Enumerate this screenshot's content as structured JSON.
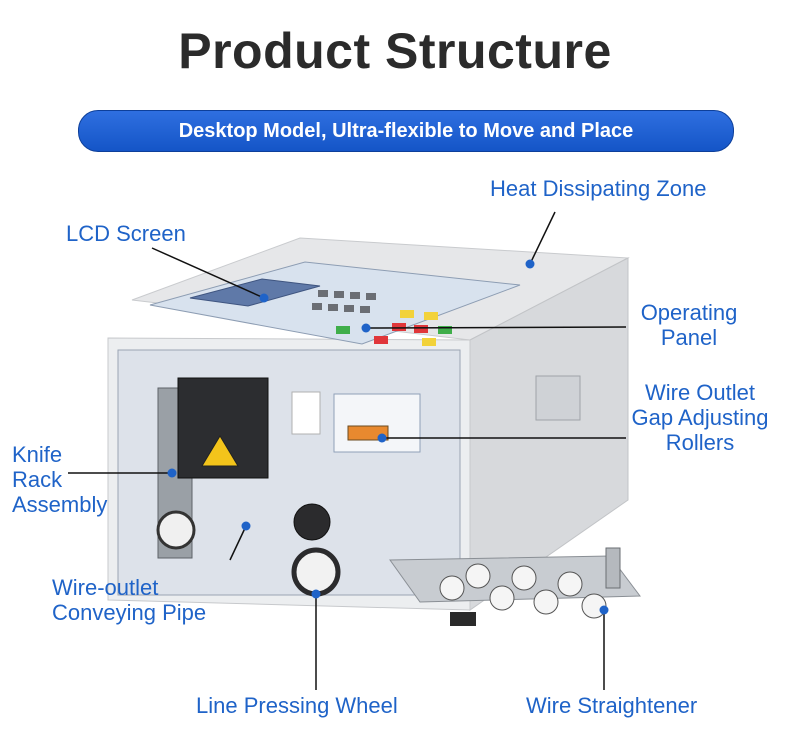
{
  "title": "Product Structure",
  "subtitle": "Desktop Model, Ultra-flexible to Move and Place",
  "labels": {
    "heat": "Heat Dissipating Zone",
    "lcd": "LCD Screen",
    "operating_1": "Operating",
    "operating_2": "Panel",
    "outlet_1": "Wire Outlet",
    "outlet_2": "Gap Adjusting",
    "outlet_3": "Rollers",
    "knife_1": "Knife",
    "knife_2": "Rack",
    "knife_3": "Assembly",
    "pipe_1": "Wire-outlet",
    "pipe_2": "Conveying Pipe",
    "pressing": "Line Pressing Wheel",
    "straightener": "Wire Straightener"
  },
  "colors": {
    "accent": "#1f63c8",
    "banner": "#1455c7",
    "title": "#2b2b2b"
  }
}
